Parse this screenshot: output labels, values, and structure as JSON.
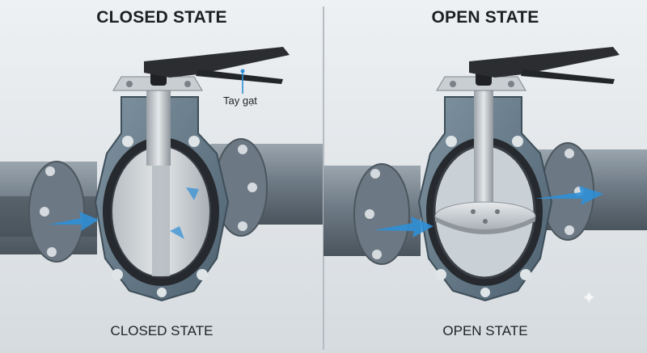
{
  "panels": {
    "closed": {
      "title": "CLOSED STATE",
      "caption": "CLOSED STATE",
      "callout": "Tay gạt"
    },
    "open": {
      "title": "OPEN STATE",
      "caption": "OPEN STATE"
    }
  },
  "colors": {
    "pipe": "#6e7a85",
    "valve_body": "#5f7584",
    "liner": "#2a2f35",
    "disc": "#c7ccd0",
    "handle": "#2b2d30",
    "flow_arrow": "#2f8fd6"
  },
  "icons": [
    "handle-lever",
    "flow-arrow",
    "sparkle-icon"
  ]
}
